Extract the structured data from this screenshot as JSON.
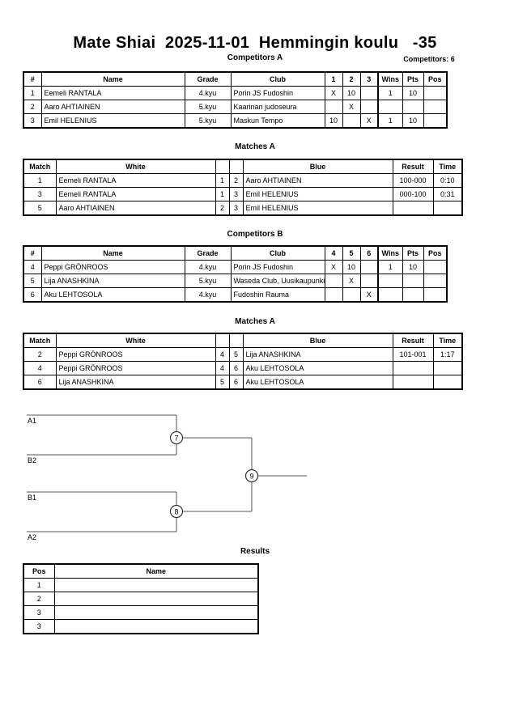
{
  "header": {
    "title": "Mate Shiai  2025-11-01  Hemmingin koulu   -35",
    "competitors_count": "Competitors: 6"
  },
  "pools": [
    {
      "caption": "Competitors A",
      "columns": [
        "#",
        "Name",
        "Grade",
        "Club",
        "1",
        "2",
        "3",
        "Wins",
        "Pts",
        "Pos"
      ],
      "rows": [
        {
          "num": "1",
          "name": "Eemeli RANTALA",
          "grade": "4.kyu",
          "club": "Porin JS Fudoshin",
          "m": [
            "X",
            "10",
            ""
          ],
          "wins": "1",
          "pts": "10",
          "pos": ""
        },
        {
          "num": "2",
          "name": "Aaro AHTIAINEN",
          "grade": "5.kyu",
          "club": "Kaarinan judoseura",
          "m": [
            "",
            "X",
            ""
          ],
          "wins": "",
          "pts": "",
          "pos": ""
        },
        {
          "num": "3",
          "name": "Emil HELENIUS",
          "grade": "5.kyu",
          "club": "Maskun Tempo",
          "m": [
            "10",
            "",
            "X"
          ],
          "wins": "1",
          "pts": "10",
          "pos": ""
        }
      ]
    },
    {
      "caption": "Competitors B",
      "columns": [
        "#",
        "Name",
        "Grade",
        "Club",
        "4",
        "5",
        "6",
        "Wins",
        "Pts",
        "Pos"
      ],
      "rows": [
        {
          "num": "4",
          "name": "Peppi GRÖNROOS",
          "grade": "4.kyu",
          "club": "Porin JS Fudoshin",
          "m": [
            "X",
            "10",
            ""
          ],
          "wins": "1",
          "pts": "10",
          "pos": ""
        },
        {
          "num": "5",
          "name": "Lija ANASHKINA",
          "grade": "5.kyu",
          "club": "Waseda Club, Uusikaupunki",
          "m": [
            "",
            "X",
            ""
          ],
          "wins": "",
          "pts": "",
          "pos": ""
        },
        {
          "num": "6",
          "name": "Aku LEHTOSOLA",
          "grade": "4.kyu",
          "club": "Fudoshin Rauma",
          "m": [
            "",
            "",
            "X"
          ],
          "wins": "",
          "pts": "",
          "pos": ""
        }
      ]
    }
  ],
  "matches": [
    {
      "caption": "Matches A",
      "columns": [
        "Match",
        "White",
        "",
        "",
        "Blue",
        "Result",
        "Time"
      ],
      "rows": [
        {
          "match": "1",
          "white": "Eemeli RANTALA",
          "white_bold": true,
          "wnum": "1",
          "bnum": "2",
          "blue": "Aaro AHTIAINEN",
          "blue_bold": false,
          "result": "100-000",
          "time": "0:10"
        },
        {
          "match": "3",
          "white": "Eemeli RANTALA",
          "white_bold": false,
          "wnum": "1",
          "bnum": "3",
          "blue": "Emil HELENIUS",
          "blue_bold": true,
          "result": "000-100",
          "time": "0:31"
        },
        {
          "match": "5",
          "white": "Aaro AHTIAINEN",
          "white_bold": false,
          "wnum": "2",
          "bnum": "3",
          "blue": "Emil HELENIUS",
          "blue_bold": false,
          "result": "",
          "time": ""
        }
      ]
    },
    {
      "caption": "Matches A",
      "columns": [
        "Match",
        "White",
        "",
        "",
        "Blue",
        "Result",
        "Time"
      ],
      "rows": [
        {
          "match": "2",
          "white": "Peppi GRÖNROOS",
          "white_bold": true,
          "wnum": "4",
          "bnum": "5",
          "blue": "Lija ANASHKINA",
          "blue_bold": false,
          "result": "101-001",
          "time": "1:17"
        },
        {
          "match": "4",
          "white": "Peppi GRÖNROOS",
          "white_bold": false,
          "wnum": "4",
          "bnum": "6",
          "blue": "Aku LEHTOSOLA",
          "blue_bold": false,
          "result": "",
          "time": ""
        },
        {
          "match": "6",
          "white": "Lija ANASHKINA",
          "white_bold": false,
          "wnum": "5",
          "bnum": "6",
          "blue": "Aku LEHTOSOLA",
          "blue_bold": false,
          "result": "",
          "time": ""
        }
      ]
    }
  ],
  "bracket": {
    "seeds": [
      "A1",
      "B2",
      "B1",
      "A2"
    ],
    "nodes": [
      "7",
      "8",
      "9"
    ]
  },
  "results": {
    "caption": "Results",
    "columns": [
      "Pos",
      "Name"
    ],
    "rows": [
      {
        "pos": "1",
        "name": ""
      },
      {
        "pos": "2",
        "name": ""
      },
      {
        "pos": "3",
        "name": ""
      },
      {
        "pos": "3",
        "name": ""
      }
    ]
  }
}
